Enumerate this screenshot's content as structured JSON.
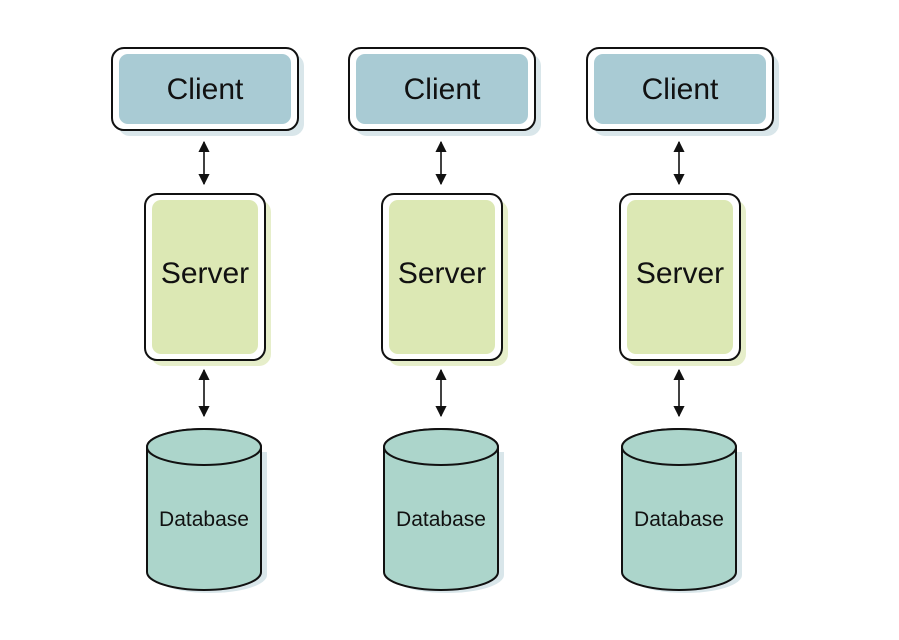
{
  "diagram": {
    "columns": [
      {
        "client": "Client",
        "server": "Server",
        "database": "Database"
      },
      {
        "client": "Client",
        "server": "Server",
        "database": "Database"
      },
      {
        "client": "Client",
        "server": "Server",
        "database": "Database"
      }
    ],
    "colors": {
      "client_fill": "#a9cbd4",
      "server_fill": "#dce8b4",
      "database_fill": "#acd5cb",
      "shadow": "#d9e6ea",
      "stroke": "#111111"
    }
  }
}
